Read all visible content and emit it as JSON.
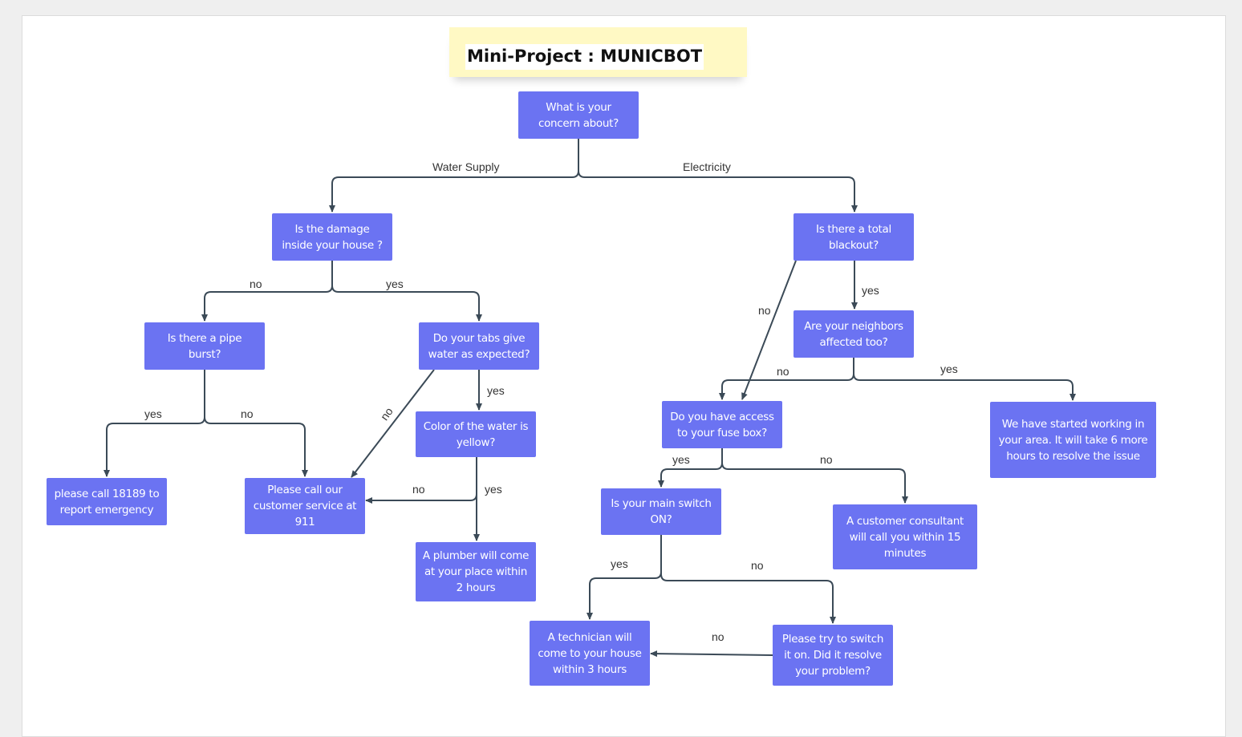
{
  "title": "Mini-Project : MUNICBOT",
  "colors": {
    "node_fill": "#6b73f2",
    "node_text": "#ffffff",
    "edge": "#3b4a57",
    "note_fill": "#fff9c4"
  },
  "nodes": {
    "root": "What is your concern about?",
    "damage_inside": "Is the damage inside your house ?",
    "total_blackout": "Is there a total blackout?",
    "pipe_burst": "Is there a pipe burst?",
    "tabs_water": "Do your tabs give water as expected?",
    "neighbors": "Are your neighbors affected too?",
    "water_yellow": "Color of the water is yellow?",
    "fuse_box": "Do you have access to your fuse box?",
    "started_working": "We have started working in your area. It will take 6 more hours to resolve the issue",
    "call_18189": "please call 18189 to report emergency",
    "customer_service": "Please call our customer service at 911",
    "main_switch": "Is your main switch ON?",
    "consultant": "A customer consultant will call you within 15 minutes",
    "plumber": "A plumber will come at your place within 2 hours",
    "technician": "A technician will come to your house within 3 hours",
    "try_switch": "Please try to switch it on. Did it resolve your problem?"
  },
  "edge_labels": {
    "water_supply": "Water Supply",
    "electricity": "Electricity",
    "damage_no": "no",
    "damage_yes": "yes",
    "blackout_no": "no",
    "blackout_yes": "yes",
    "pipe_yes": "yes",
    "pipe_no": "no",
    "tabs_no": "no",
    "tabs_yes": "yes",
    "neighbors_no": "no",
    "neighbors_yes": "yes",
    "yellow_no": "no",
    "yellow_yes": "yes",
    "fuse_yes": "yes",
    "fuse_no": "no",
    "switch_yes": "yes",
    "switch_no": "no",
    "try_no": "no"
  }
}
